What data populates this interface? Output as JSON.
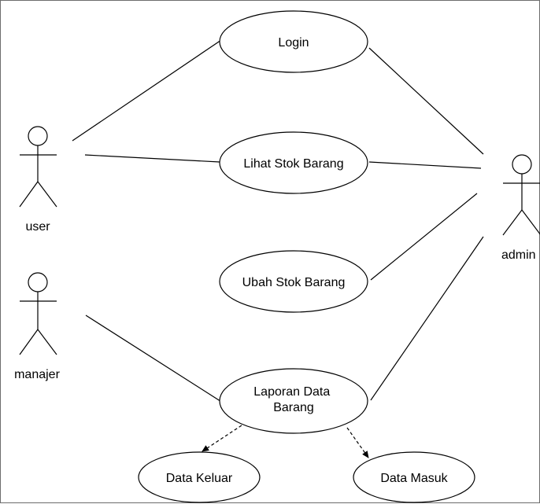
{
  "diagram": {
    "actors": {
      "user": {
        "label": "user"
      },
      "manajer": {
        "label": "manajer"
      },
      "admin": {
        "label": "admin"
      }
    },
    "use_cases": {
      "login": {
        "label": "Login"
      },
      "lihat_stok": {
        "label": "Lihat Stok Barang"
      },
      "ubah_stok": {
        "label": "Ubah Stok Barang"
      },
      "laporan_line1": "Laporan Data",
      "laporan_line2": "Barang",
      "data_keluar": {
        "label": "Data Keluar"
      },
      "data_masuk": {
        "label": "Data Masuk"
      }
    },
    "associations": [
      [
        "user",
        "Login"
      ],
      [
        "user",
        "Lihat Stok Barang"
      ],
      [
        "admin",
        "Login"
      ],
      [
        "admin",
        "Lihat Stok Barang"
      ],
      [
        "admin",
        "Ubah Stok Barang"
      ],
      [
        "admin",
        "Laporan Data Barang"
      ],
      [
        "manajer",
        "Laporan Data Barang"
      ]
    ],
    "dependencies": [
      [
        "Laporan Data Barang",
        "Data Keluar"
      ],
      [
        "Laporan Data Barang",
        "Data Masuk"
      ]
    ]
  }
}
